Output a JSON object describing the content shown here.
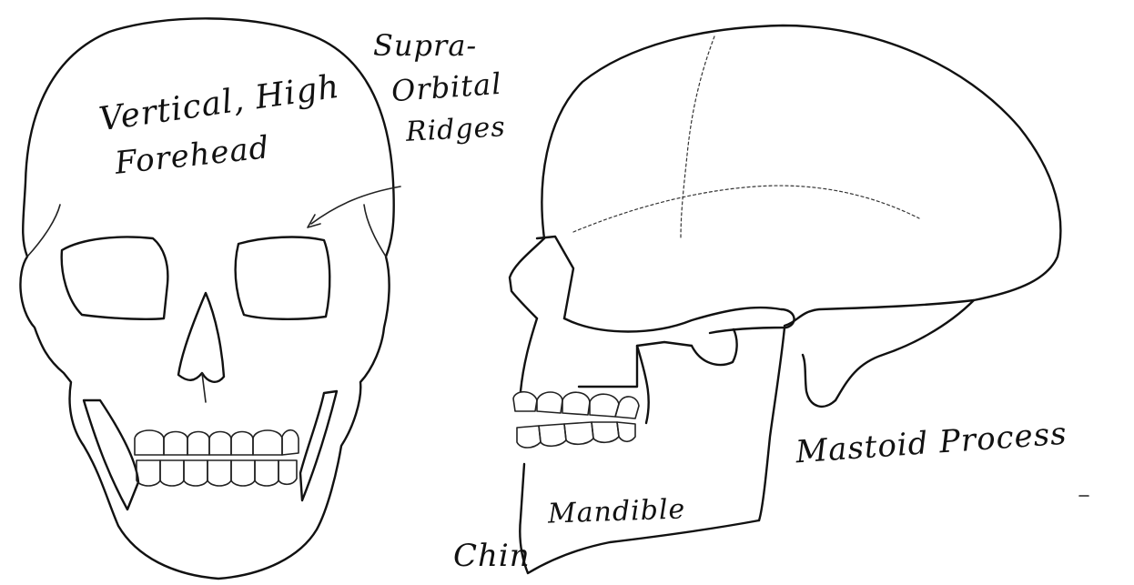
{
  "labels": {
    "forehead_line1": "Vertical, High",
    "forehead_line2": "Forehead",
    "supra_line1": "Supra-",
    "supra_line2": "Orbital",
    "supra_line3": "Ridges",
    "mastoid": "Mastoid Process",
    "mandible": "Mandible",
    "chin": "Chin"
  }
}
